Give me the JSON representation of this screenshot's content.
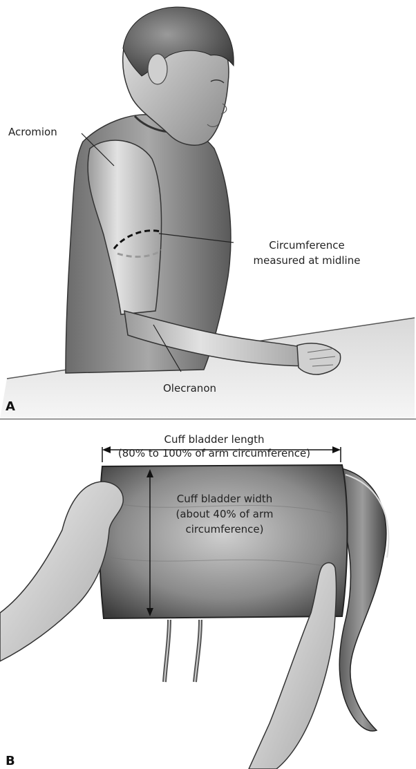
{
  "panel_a": {
    "letter": "A",
    "labels": {
      "acromion": "Acromion",
      "circumference_line1": "Circumference",
      "circumference_line2": "measured at midline",
      "olecranon": "Olecranon"
    }
  },
  "panel_b": {
    "letter": "B",
    "labels": {
      "length_line1": "Cuff bladder length",
      "length_line2": "(80% to 100% of arm circumference)",
      "width_line1": "Cuff bladder width",
      "width_line2": "(about 40% of arm",
      "width_line3": "circumference)"
    }
  }
}
